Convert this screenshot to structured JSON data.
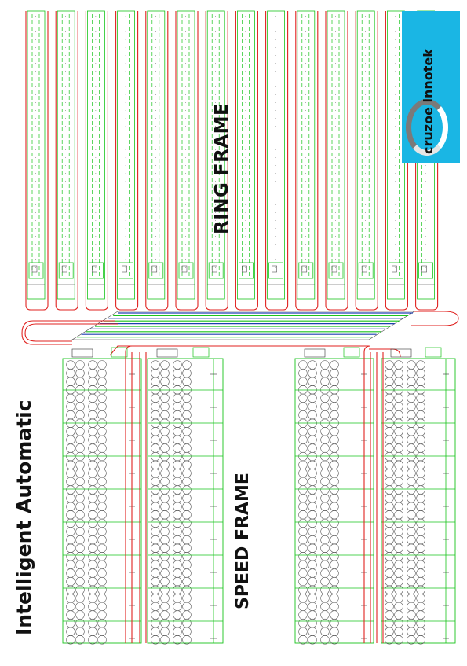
{
  "labels": {
    "ring_frame": "RING FRAME",
    "speed_frame": "SPEED FRAME",
    "tagline": "Intelligent Automatic",
    "brand": "cruzoe innotek"
  },
  "colors": {
    "rail": "#e0221f",
    "track": "#19c41c",
    "transfer": "#1f3fb0",
    "bobbin": "#555555",
    "logo_bg": "#1ab6e4"
  },
  "counts": {
    "ring_frame_rows": 14,
    "speed_frame_units": 4
  }
}
